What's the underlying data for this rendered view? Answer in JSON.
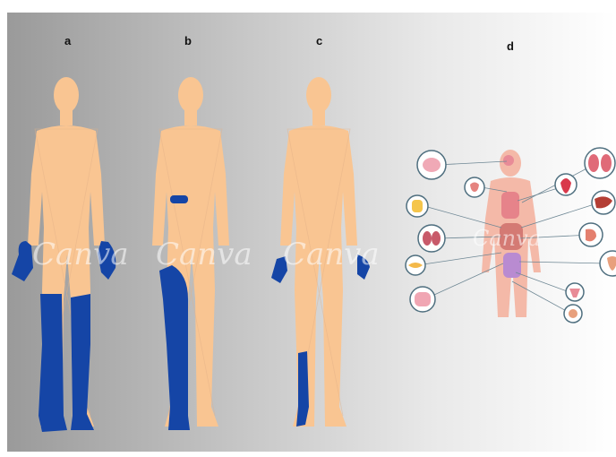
{
  "panels": [
    {
      "label": "a"
    },
    {
      "label": "b"
    },
    {
      "label": "c"
    },
    {
      "label": "d"
    }
  ],
  "watermark": "Canva",
  "colors": {
    "skin": "#f9c592",
    "affected": "#1545a6",
    "organ_ring": "#4f6f7f",
    "body_pink": "#f4b9a8"
  },
  "organ_icons": [
    "brain-icon",
    "thyroid-icon",
    "heart-icon",
    "lungs-icon",
    "gallbladder-icon",
    "liver-icon",
    "kidneys-icon",
    "stomach-icon",
    "pancreas-icon",
    "bladder-icon",
    "intestines-icon",
    "uterus-icon",
    "prostate-icon"
  ]
}
